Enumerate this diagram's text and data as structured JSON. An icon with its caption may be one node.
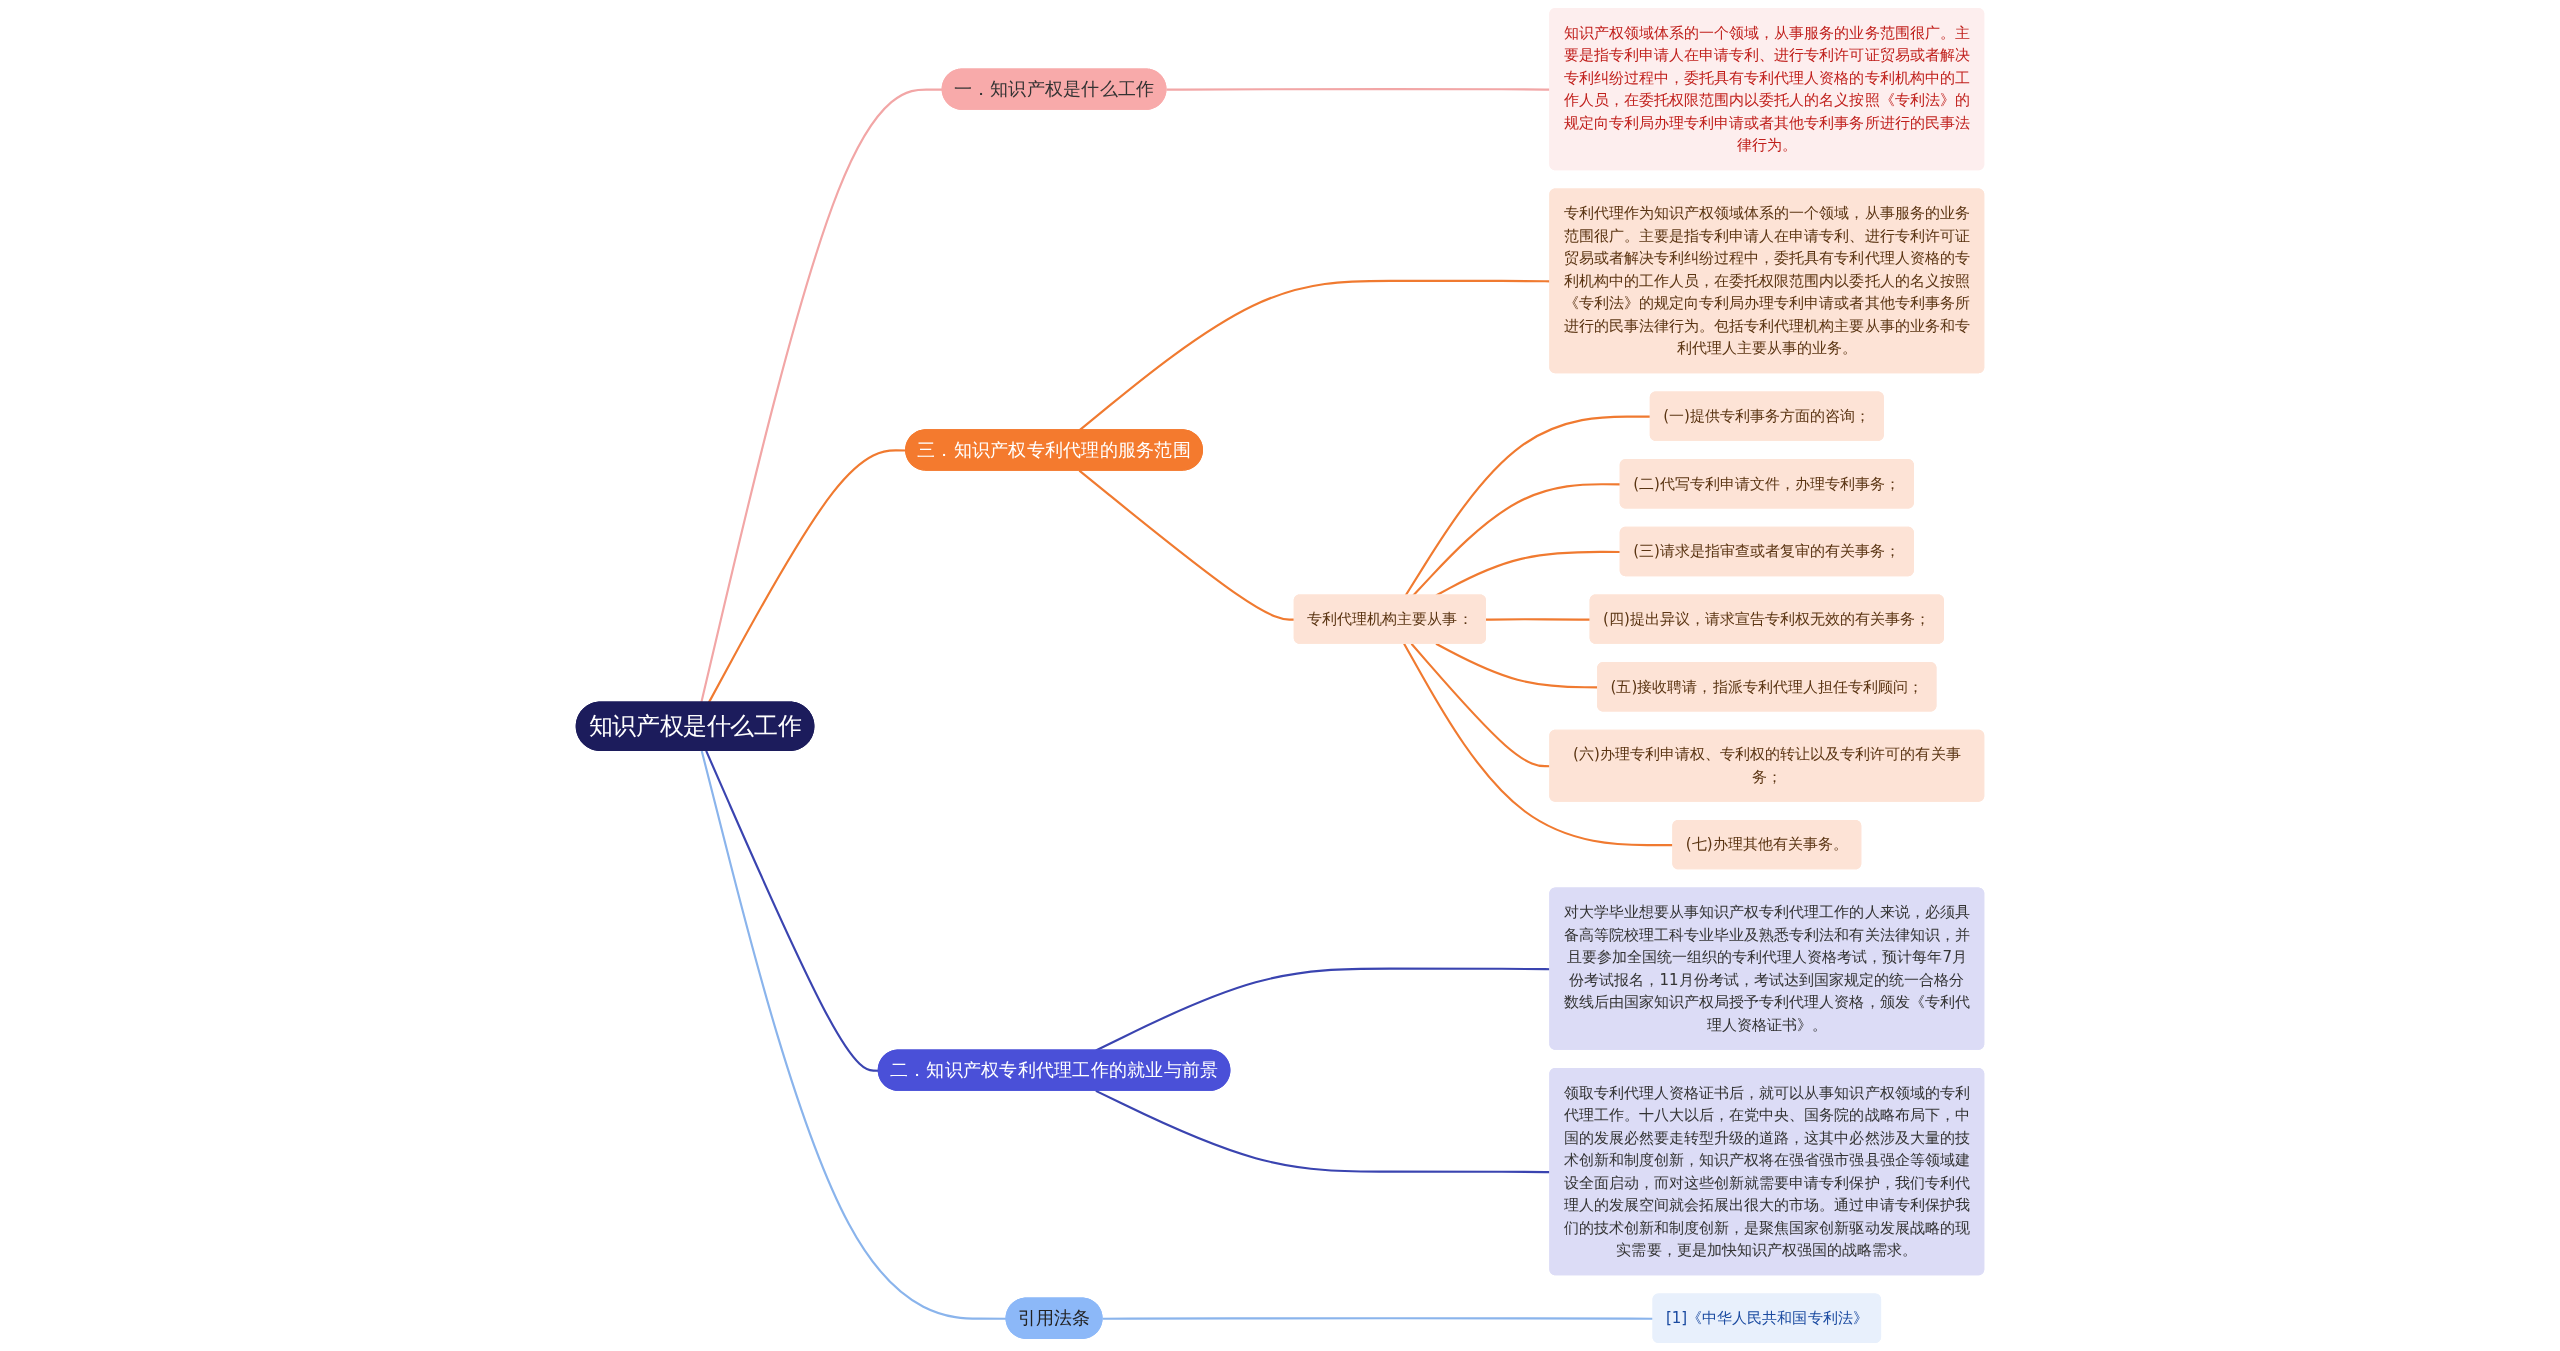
{
  "diagram": {
    "nodes": [
      {
        "text": [
          "知识产权是什么工作"
        ]
      },
      {
        "text": [
          "一．知识产权是什么工作"
        ]
      },
      {
        "text": [
          "知识产权领域体系的一个领域，从事服务的业务范围很广。主要是指专利申请人在申请专利、进行专利许可证贸易或者解决专利纠纷过程中，委托具有专利代理人资格的专利机构中的工作人员，在委托权限范围内以委托人的名义按照《专利法》的规定向专利局办理专利申请或者其他专利事务所进行的民事法律行为。"
        ]
      },
      {
        "text": [
          "三．知识产权专利代理的服务范围"
        ]
      },
      {
        "text": [
          "专利代理作为知识产权领域体系的一个领域，从事服务的业务范围很广。主要是指专利申请人在申请专利、进行专利许可证贸易或者解决专利纠纷过程中，委托具有专利代理人资格的专利机构中的工作人员，在委托权限范围内以委托人的名义按照《专利法》的规定向专利局办理专利申请或者其他专利事务所进行的民事法律行为。包括专利代理机构主要从事的业务和专利代理人主要从事的业务。"
        ]
      },
      {
        "text": [
          "专利代理机构主要从事："
        ]
      },
      {
        "text": [
          "(一)提供专利事务方面的咨询；"
        ]
      },
      {
        "text": [
          "(二)代写专利申请文件，办理专利事务；"
        ]
      },
      {
        "text": [
          "(三)请求是指审查或者复审的有关事务；"
        ]
      },
      {
        "text": [
          "(四)提出异议，请求宣告专利权无效的有关事务；"
        ]
      },
      {
        "text": [
          "(五)接收聘请，指派专利代理人担任专利顾问；"
        ]
      },
      {
        "text": [
          "(六)办理专利申请权、专利权的转让以及专利许可的有关事务；"
        ]
      },
      {
        "text": [
          "(七)办理其他有关事务。"
        ]
      },
      {
        "text": [
          "二．知识产权专利代理工作的就业与前景"
        ]
      },
      {
        "text": [
          "对大学毕业想要从事知识产权专利代理工作的人来说，必须具备高等院校理工科专业毕业及熟悉专利法和有关法律知识，并且要参加全国统一组织的专利代理人资格考试，预计每年7月份考试报名，11月份考试，考试达到国家规定的统一合格分数线后由国家知识产权局授予专利代理人资格，颁发《专利代理人资格证书》。"
        ]
      },
      {
        "text": [
          "领取专利代理人资格证书后，就可以从事知识产权领域的专利代理工作。十八大以后，在党中央、国务院的战略布局下，中国的发展必然要走转型升级的道路，这其中必然涉及大量的技术创新和制度创新，知识产权将在强省强市强县强企等领域建设全面启动，而对这些创新就需要申请专利保护，我们专利代理人的发展空间就会拓展出很大的市场。通过申请专利保护我们的技术创新和制度创新，是聚焦国家创新驱动发展战略的现实需要，更是加快知识产权强国的战略需求。"
        ]
      },
      {
        "text": [
          "引用法条"
        ]
      },
      {
        "text": [
          "[1]《中华人民共和国专利法》"
        ]
      }
    ],
    "edges": [
      {
        "from": 0,
        "to": 1,
        "arrow": "none",
        "color": "#f2a6a6"
      },
      {
        "from": 1,
        "to": 2,
        "arrow": "none",
        "color": "#f2a6a6"
      },
      {
        "from": 0,
        "to": 3,
        "arrow": "none"
      },
      {
        "from": 3,
        "to": 4,
        "arrow": "none"
      },
      {
        "from": 3,
        "to": 5,
        "arrow": "none"
      },
      {
        "from": 5,
        "to": 6,
        "arrow": "none"
      },
      {
        "from": 5,
        "to": 7,
        "arrow": "none"
      },
      {
        "from": 5,
        "to": 8,
        "arrow": "none"
      },
      {
        "from": 5,
        "to": 9,
        "arrow": "none"
      },
      {
        "from": 5,
        "to": 10,
        "arrow": "none"
      },
      {
        "from": 5,
        "to": 11,
        "arrow": "none"
      },
      {
        "from": 5,
        "to": 12,
        "arrow": "none"
      },
      {
        "from": 0,
        "to": 13,
        "arrow": "none",
        "color": "#3a44b0"
      },
      {
        "from": 13,
        "to": 14,
        "arrow": "none",
        "color": "#3a44b0"
      },
      {
        "from": 13,
        "to": 15,
        "arrow": "none",
        "color": "#3a44b0"
      },
      {
        "from": 0,
        "to": 16,
        "arrow": "none",
        "color": "#8ab4ec"
      },
      {
        "from": 16,
        "to": 17,
        "arrow": "none",
        "color": "#8ab4ec"
      }
    ]
  }
}
